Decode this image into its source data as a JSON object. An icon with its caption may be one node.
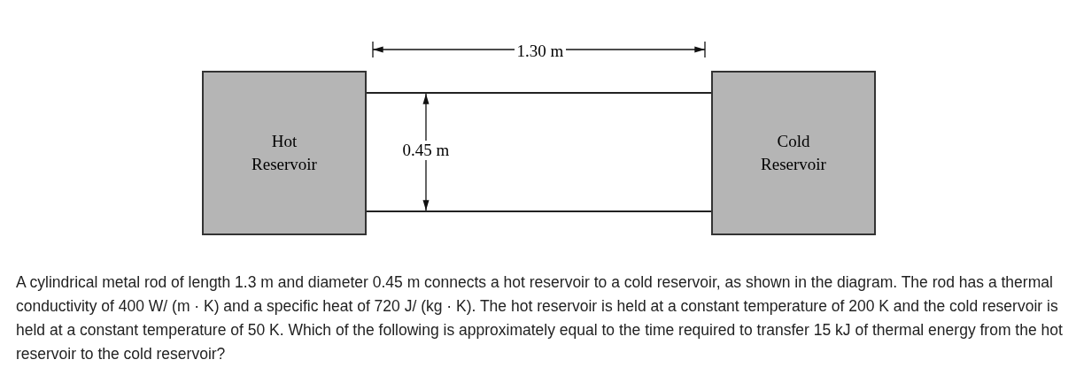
{
  "diagram": {
    "caption": "A cylindrical metal rod of length 1.3 m and diameter 0.45 m connects a hot reservoir to a cold reservoir, as shown in the diagram. The rod has a thermal conductivity of 400 W/ (m · K) and a specific heat of 720 J/ (kg · K). The hot reservoir is held at a constant temperature of 200 K and the cold reservoir is held at a constant temperature of 50 K. Which of the following is approximately equal to the time required to transfer 15 kJ of thermal energy from the hot reservoir to the cold reservoir?",
    "nodes": [
      {
        "text": [
          "Hot Reservoir"
        ]
      },
      {
        "text": [],
        "shape": "box"
      },
      {
        "text": [
          "Cold Reservoir"
        ]
      }
    ],
    "labels": [
      "1.30 m",
      "0.45 m"
    ]
  }
}
